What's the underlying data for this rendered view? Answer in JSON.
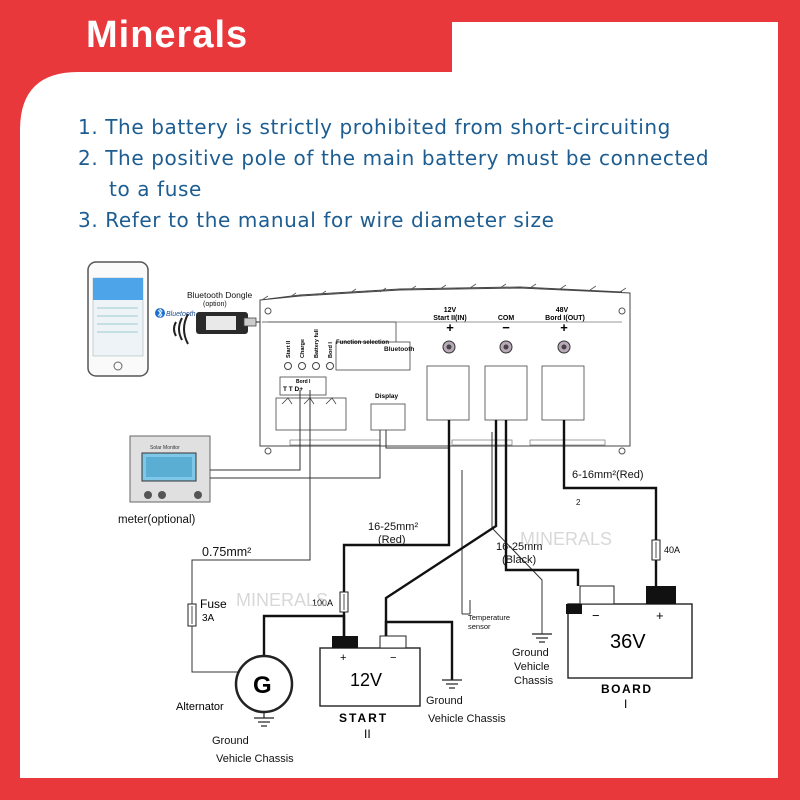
{
  "brand": {
    "logo_text": "Minerals"
  },
  "notes": [
    "1. The battery is strictly prohibited from short-circuiting",
    "2. The positive pole of the main battery must be connected",
    "to a fuse",
    "3. Refer to the manual for wire diameter size"
  ],
  "device": {
    "bluetooth_brand": "Bluetooth",
    "dongle_label": "Bluetooth Dongle",
    "dongle_sub": "(option)",
    "module_label": "Bluetooth",
    "function_label": "Function selection",
    "leds": [
      "Start II",
      "Charge",
      "Battery full",
      "Bord I"
    ],
    "connector_title": "Bord I",
    "connector_pins": "T   T   D+",
    "display_label": "Display",
    "term1_voltage": "12V",
    "term1_name": "Start II(IN)",
    "term2_name": "COM",
    "term3_voltage": "48V",
    "term3_name": "Bord I(OUT)",
    "plus": "+",
    "minus": "−"
  },
  "meter": {
    "screen_title": "Solar Monitor",
    "label": "meter(optional)"
  },
  "wires": {
    "signal": "0.75mm²",
    "red_start": "16-25mm²",
    "red_start_color": "(Red)",
    "black": "16-25mm",
    "black_color": "(Black)",
    "red_board": "6-16mm²(Red)",
    "board_wire_num": "2",
    "temp_sensor_1": "Temperature",
    "temp_sensor_2": "sensor"
  },
  "fuses": {
    "small_label": "Fuse",
    "small_rating": "3A",
    "start_rating": "100A",
    "board_rating": "40A"
  },
  "start_battery": {
    "voltage": "12V",
    "name": "START",
    "numeral": "II",
    "plus": "+",
    "minus": "−"
  },
  "board_battery": {
    "voltage": "36V",
    "name": "BOARD",
    "numeral": "I",
    "plus": "+",
    "minus": "−"
  },
  "alternator": {
    "symbol": "G",
    "label": "Alternator"
  },
  "ground": {
    "alt_1": "Ground",
    "alt_2": "Vehicle Chassis",
    "start_2": "Ground",
    "start_3": "Vehicle Chassis",
    "board_1": "Ground",
    "board_2": "Vehicle",
    "board_3": "Chassis"
  },
  "watermarks": [
    "MINERALS",
    "MINERALS"
  ],
  "colors": {
    "frame": "#e8383b",
    "note_text": "#1d5d91",
    "terminal_cap": "#111111"
  }
}
